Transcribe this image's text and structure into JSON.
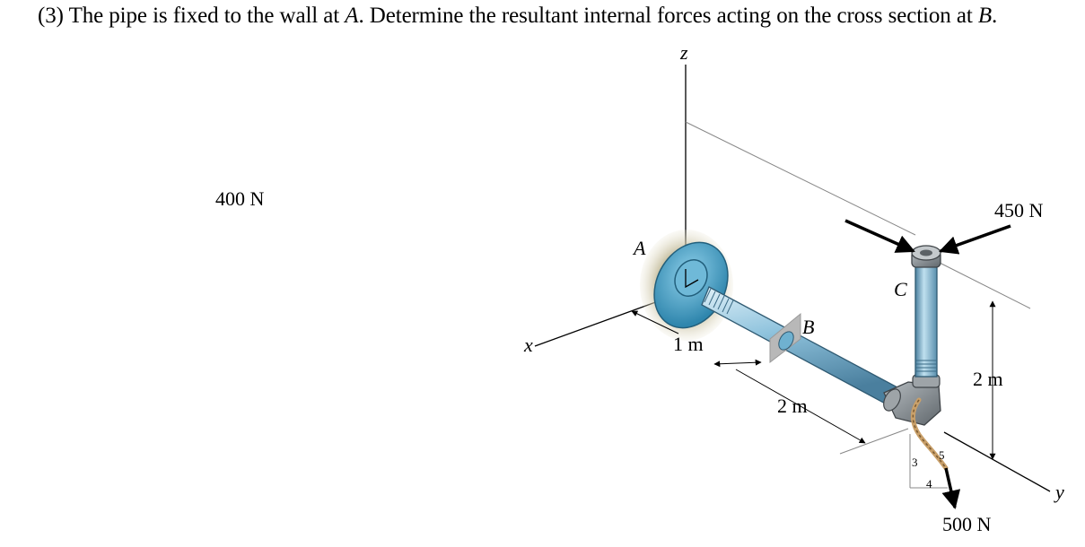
{
  "problem": {
    "number": "(3)",
    "part1": "The pipe is fixed to the wall at",
    "point_a": "A",
    "part2": ". Determine the resultant internal forces acting on the cross section at",
    "point_b": "B",
    "part3": "."
  },
  "axes": {
    "x": "x",
    "y": "y",
    "z": "z"
  },
  "points": {
    "a": "A",
    "b": "B",
    "c": "C"
  },
  "forces": {
    "f1": "400 N",
    "f2": "450 N",
    "f3": "500 N"
  },
  "dimensions": {
    "d1": "1 m",
    "d2": "2 m",
    "d3": "2 m"
  },
  "slope": {
    "a": "3",
    "b": "4",
    "c": "5"
  },
  "colors": {
    "pipe": "#8fc3dd",
    "pipe_dark": "#4a7f9e",
    "fitting": "#8a9094",
    "wall_plate": "#4ea6cc",
    "wall_glow": "#b9b08a"
  }
}
